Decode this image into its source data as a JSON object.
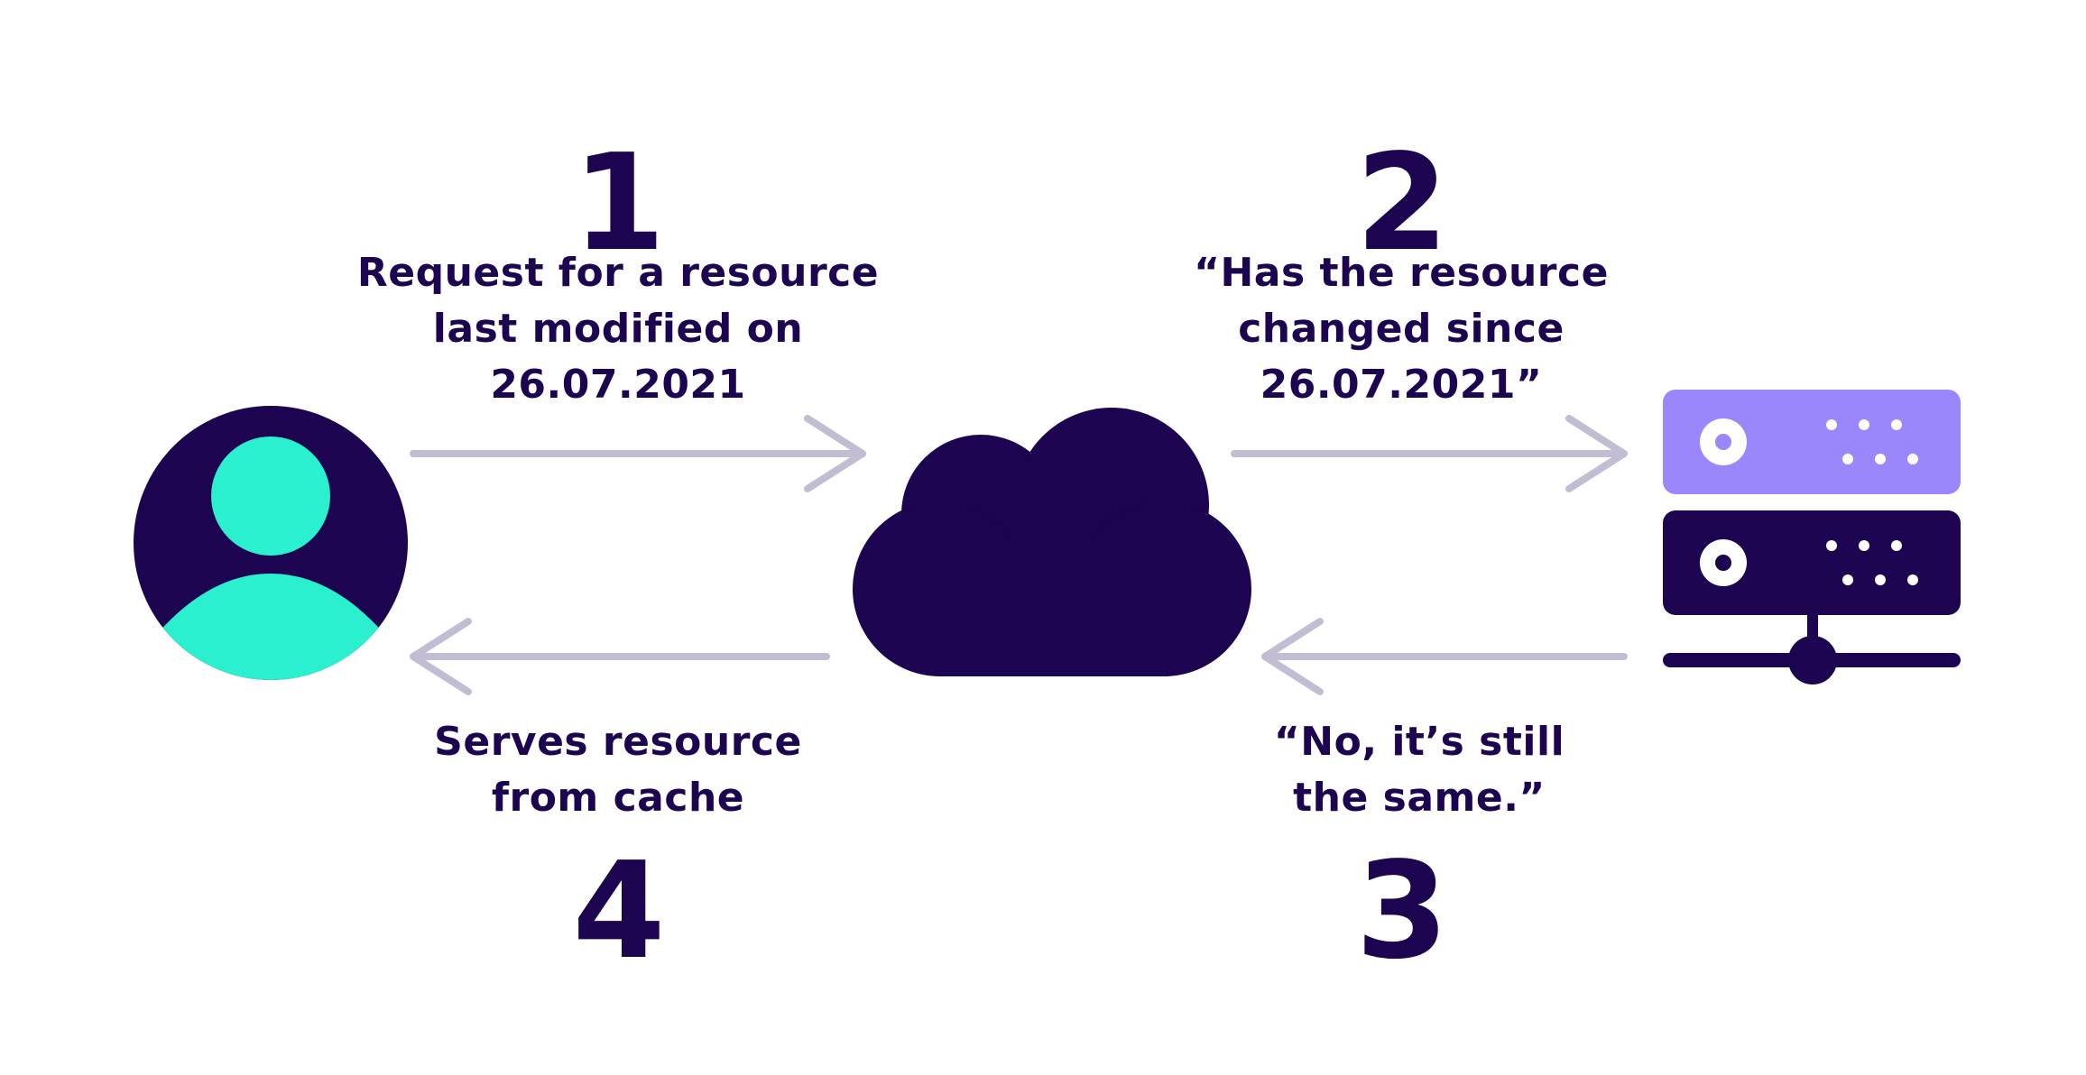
{
  "colors": {
    "dark": "#1c0450",
    "accent_teal": "#2af0d0",
    "accent_purple": "#9b87fc",
    "arrow": "#c2bdd3",
    "white": "#ffffff"
  },
  "icons": {
    "user": "user-avatar-icon",
    "cloud": "cloud-cache-icon",
    "server": "server-stack-icon"
  },
  "steps": [
    {
      "number": "1",
      "lines": [
        "Request for a resource",
        "last modified on",
        "26.07.2021"
      ]
    },
    {
      "number": "2",
      "lines": [
        "“Has the resource",
        "changed since",
        "26.07.2021”"
      ]
    },
    {
      "number": "3",
      "lines": [
        "“No, it’s still",
        "the same.”"
      ]
    },
    {
      "number": "4",
      "lines": [
        "Serves resource",
        "from cache"
      ]
    }
  ]
}
